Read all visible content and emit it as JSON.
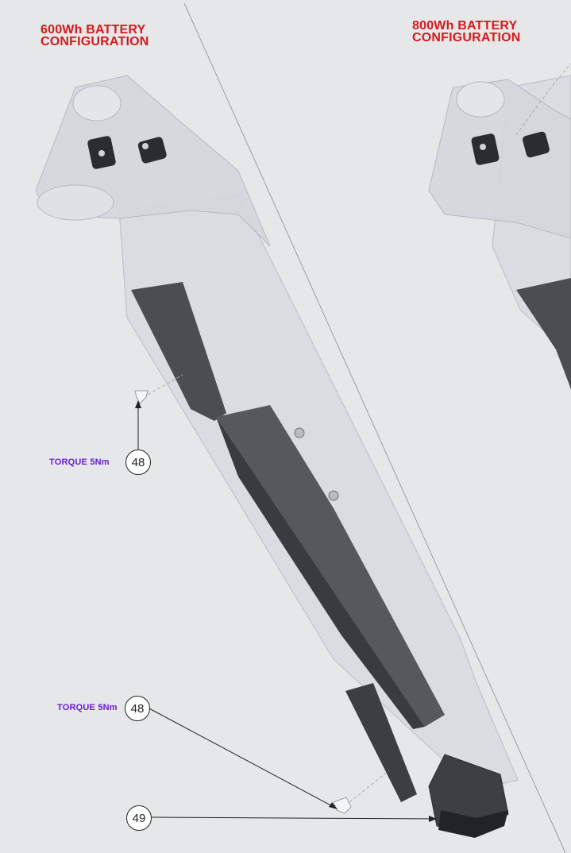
{
  "left_config": {
    "heading_line1": "600Wh BATTERY",
    "heading_line2": "CONFIGURATION"
  },
  "right_config": {
    "heading_line1": "800Wh BATTERY",
    "heading_line2": "CONFIGURATION"
  },
  "callouts": {
    "upper_screw": {
      "number": "48",
      "note": "TORQUE 5Nm"
    },
    "lower_screw": {
      "number": "48",
      "note": "TORQUE 5Nm"
    },
    "battery_end": {
      "number": "49"
    }
  },
  "colors": {
    "heading": "#d7191c",
    "torque_note": "#6a1bd6",
    "background": "#e6e7e9",
    "frame_tube": "#d9dce2",
    "battery": "#4a4c50"
  }
}
